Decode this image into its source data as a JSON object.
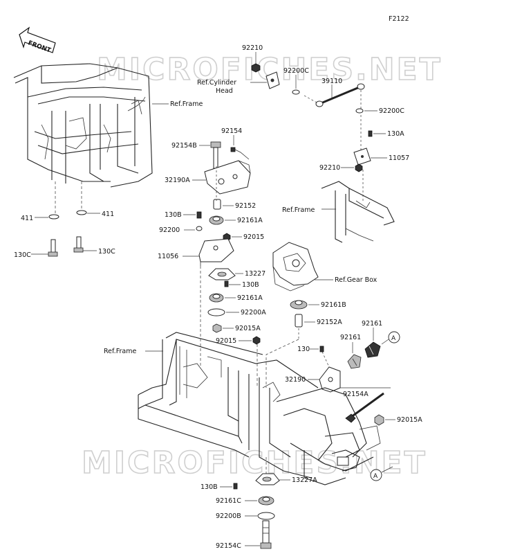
{
  "diagram_code": "F2122",
  "front_label": "FRONT",
  "watermark": "MICROFICHES.NET",
  "refs": {
    "frame_top": "Ref.Frame",
    "frame_right": "Ref.Frame",
    "frame_bottom": "Ref.Frame",
    "cylinder_head": "Ref.Cylinder",
    "cylinder_head_2": "Head",
    "gear_box": "Ref.Gear Box"
  },
  "callout": "A",
  "parts": {
    "p92210_top": "92210",
    "p92200C_a": "92200C",
    "p39110": "39110",
    "p92200C_b": "92200C",
    "p130A": "130A",
    "p11057": "11057",
    "p92210_b": "92210",
    "p92154": "92154",
    "p92154B": "92154B",
    "p32190A": "32190A",
    "p92152": "92152",
    "p130B_a": "130B",
    "p92161A_a": "92161A",
    "p92200": "92200",
    "p92015_a": "92015",
    "p11056": "11056",
    "p13227": "13227",
    "p130B_b": "130B",
    "p92161A_b": "92161A",
    "p92200A": "92200A",
    "p92015A_a": "92015A",
    "p92015_b": "92015",
    "p92161B": "92161B",
    "p92152A": "92152A",
    "p92161_a": "92161",
    "p92161_b": "92161",
    "p130": "130",
    "p32190": "32190",
    "p92154A": "92154A",
    "p92015A_b": "92015A",
    "p411_a": "411",
    "p411_b": "411",
    "p130C_a": "130C",
    "p130C_b": "130C",
    "p130B_c": "130B",
    "p13227A": "13227A",
    "p92161C": "92161C",
    "p92200B": "92200B",
    "p92154C": "92154C"
  }
}
